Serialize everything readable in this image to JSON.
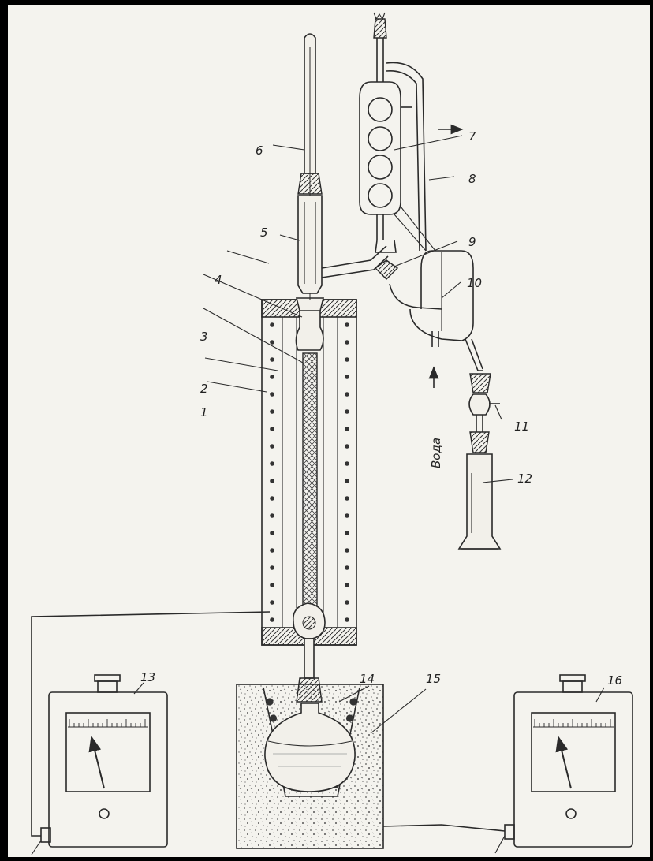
{
  "labels": {
    "l1": "1",
    "l2": "2",
    "l3": "3",
    "l4": "4",
    "l5": "5",
    "l6": "6",
    "l7": "7",
    "l8": "8",
    "l9": "9",
    "l10": "10",
    "l11": "11",
    "l12": "12",
    "l13": "13",
    "l14": "14",
    "l15": "15",
    "l16": "16"
  },
  "water_label": "Вода",
  "colors": {
    "background": "#000000",
    "paper": "#f4f3ee",
    "ink": "#2a2a2a"
  }
}
